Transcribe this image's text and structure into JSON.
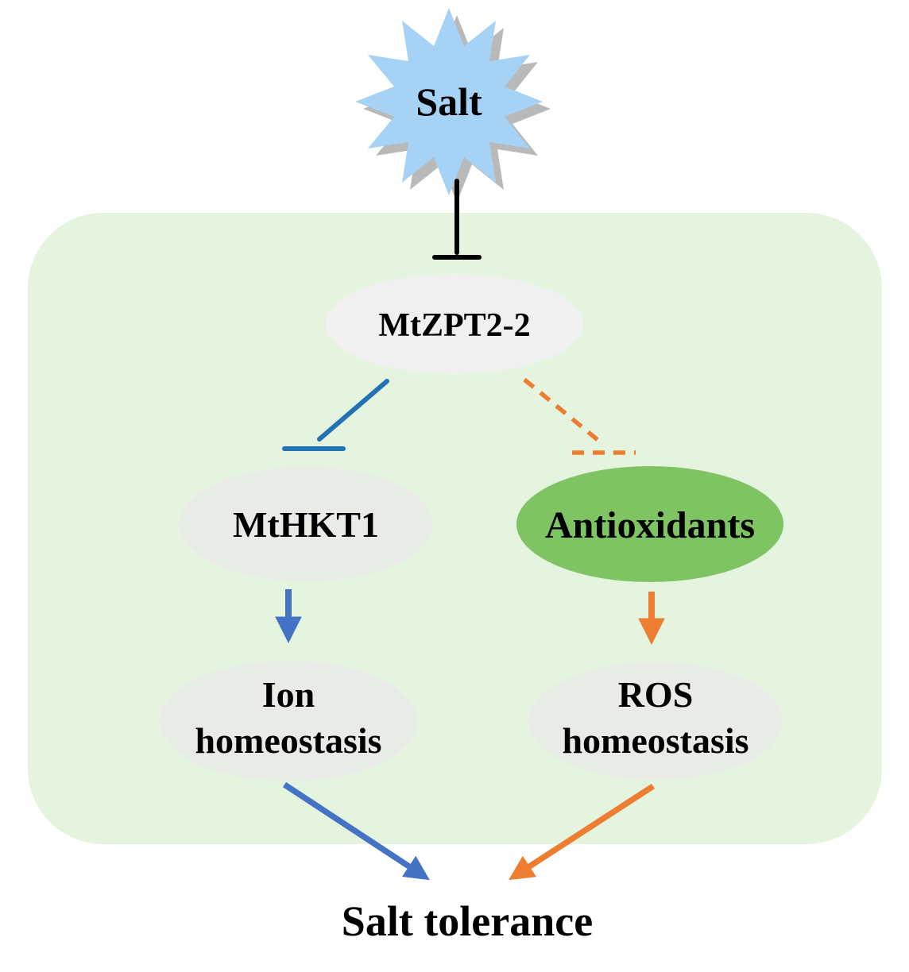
{
  "diagram": {
    "stimulus": "Salt",
    "regulator": "MtZPT2-2",
    "left_branch": {
      "node": "MtHKT1",
      "outcome_line1": "Ion",
      "outcome_line2": "homeostasis"
    },
    "right_branch": {
      "node": "Antioxidants",
      "outcome_line1": "ROS",
      "outcome_line2": "homeostasis"
    },
    "result": "Salt tolerance",
    "colors": {
      "starburst": "#A6D2F5",
      "starburst_shadow": "#ADADAD",
      "cell_background": "#E4F4DF",
      "node_gray_top": "#F0F0F0",
      "node_gray": "#E9EBE7",
      "node_green": "#7FC463",
      "inhibit_black": "#000000",
      "inhibit_blue": "#2272B5",
      "arrow_blue": "#4472C4",
      "arrow_orange": "#ED7D31"
    }
  }
}
